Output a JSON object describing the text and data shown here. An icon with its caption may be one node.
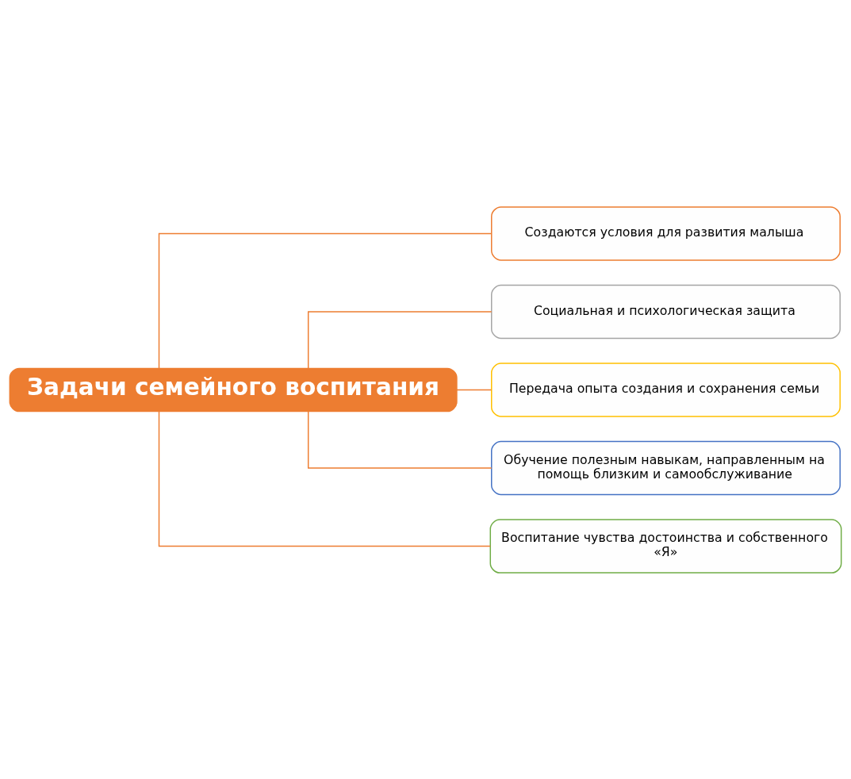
{
  "diagram": {
    "nodes": [
      {
        "text": [
          "Задачи семейного воспитания"
        ]
      },
      {
        "text": [
          "Создаются условия для развития малыша"
        ]
      },
      {
        "text": [
          "Социальная и психологическая защита"
        ]
      },
      {
        "text": [
          "Передача опыта создания и сохранения семьи"
        ]
      },
      {
        "text": [
          "Обучение полезным навыкам, направленным на помощь близким и самообслуживание"
        ]
      },
      {
        "text": [
          "Воспитание чувства достоинства и собственного «Я»"
        ]
      }
    ],
    "edges": [
      {
        "from": 0,
        "to": 1,
        "arrow": "none"
      },
      {
        "from": 0,
        "to": 2,
        "arrow": "none"
      },
      {
        "from": 0,
        "to": 3,
        "arrow": "none"
      },
      {
        "from": 0,
        "to": 4,
        "arrow": "none"
      },
      {
        "from": 0,
        "to": 5,
        "arrow": "none"
      }
    ]
  }
}
